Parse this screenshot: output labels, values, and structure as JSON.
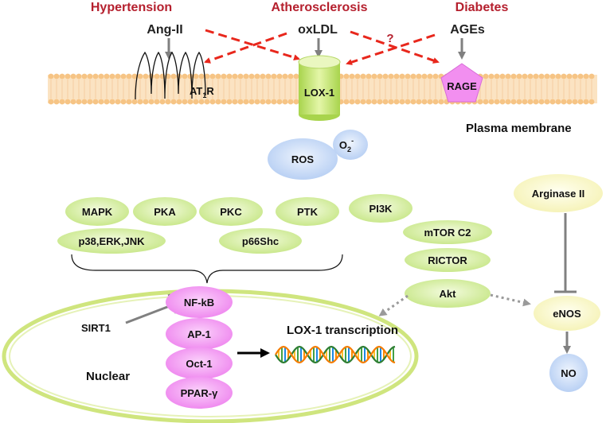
{
  "diseases": {
    "hypertension": "Hypertension",
    "atherosclerosis": "Atherosclerosis",
    "diabetes": "Diabetes"
  },
  "ligands": {
    "ang2": "Ang-II",
    "oxldl": "oxLDL",
    "ages": "AGEs"
  },
  "question_mark": "?",
  "receptors": {
    "at1r_main": "AT",
    "at1r_sub": "1",
    "at1r_tail": "R",
    "lox1": "LOX-1",
    "rage": "RAGE"
  },
  "membrane_label": "Plasma membrane",
  "ros": {
    "label": "ROS",
    "superoxide_main": "O",
    "superoxide_sub": "2",
    "superoxide_sup": "-"
  },
  "kinases": [
    "MAPK",
    "PKA",
    "PKC",
    "PTK",
    "PI3K"
  ],
  "kinase_row2": {
    "p38": "p38,ERK,JNK",
    "p66shc": "p66Shc"
  },
  "akt_pathway": {
    "mtorc2": "mTOR C2",
    "rictor": "RICTOR",
    "akt": "Akt"
  },
  "enos_pathway": {
    "arginase": "Arginase II",
    "enos": "eNOS",
    "no": "NO"
  },
  "nucleus": {
    "label": "Nuclear",
    "sirt1": "SIRT1",
    "factors": [
      "NF-kB",
      "AP-1",
      "Oct-1",
      "PPAR-γ"
    ],
    "transcription": "LOX-1 transcription"
  },
  "colors": {
    "disease": "#b5202e",
    "arrow_red": "#e8271c",
    "membrane": "#f6c485",
    "green_node": "#d4ed9c",
    "pink_node": "#f28ff0",
    "blue_node": "#c4d9f6",
    "nucleus_outline": "#cfe57e"
  }
}
